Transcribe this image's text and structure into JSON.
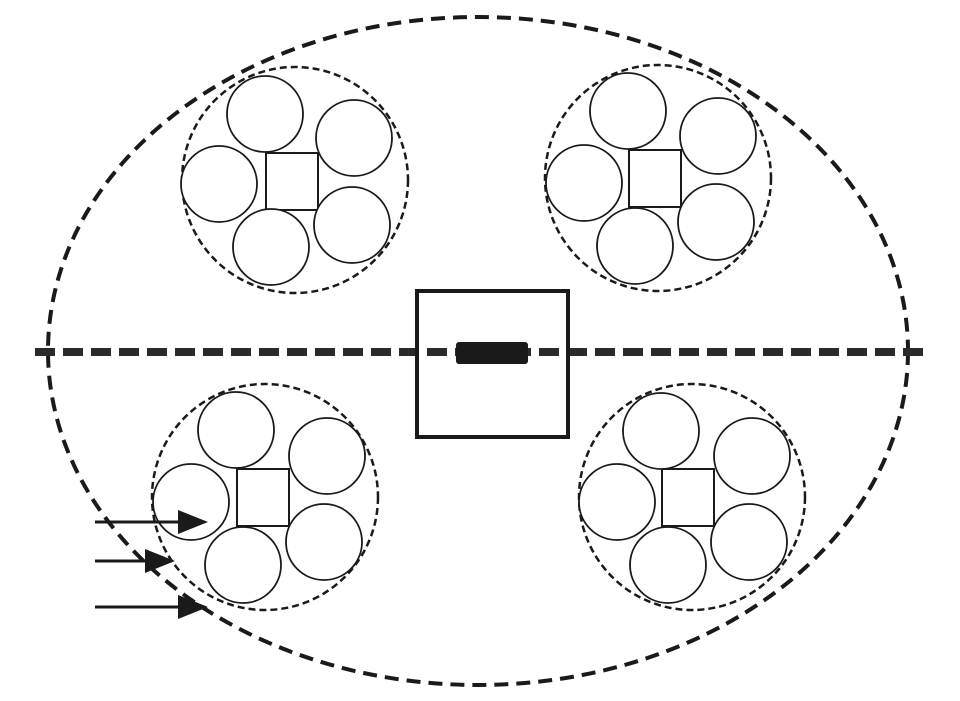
{
  "diagram": {
    "clusters": [
      {
        "name": "top-left",
        "units": 5
      },
      {
        "name": "top-right",
        "units": 5
      },
      {
        "name": "bottom-left",
        "units": 5
      },
      {
        "name": "bottom-right",
        "units": 5
      }
    ],
    "arrows": 3,
    "colors": {
      "stroke": "#1a1a1a",
      "fill": "#1a1a1a",
      "background": "#ffffff"
    }
  }
}
